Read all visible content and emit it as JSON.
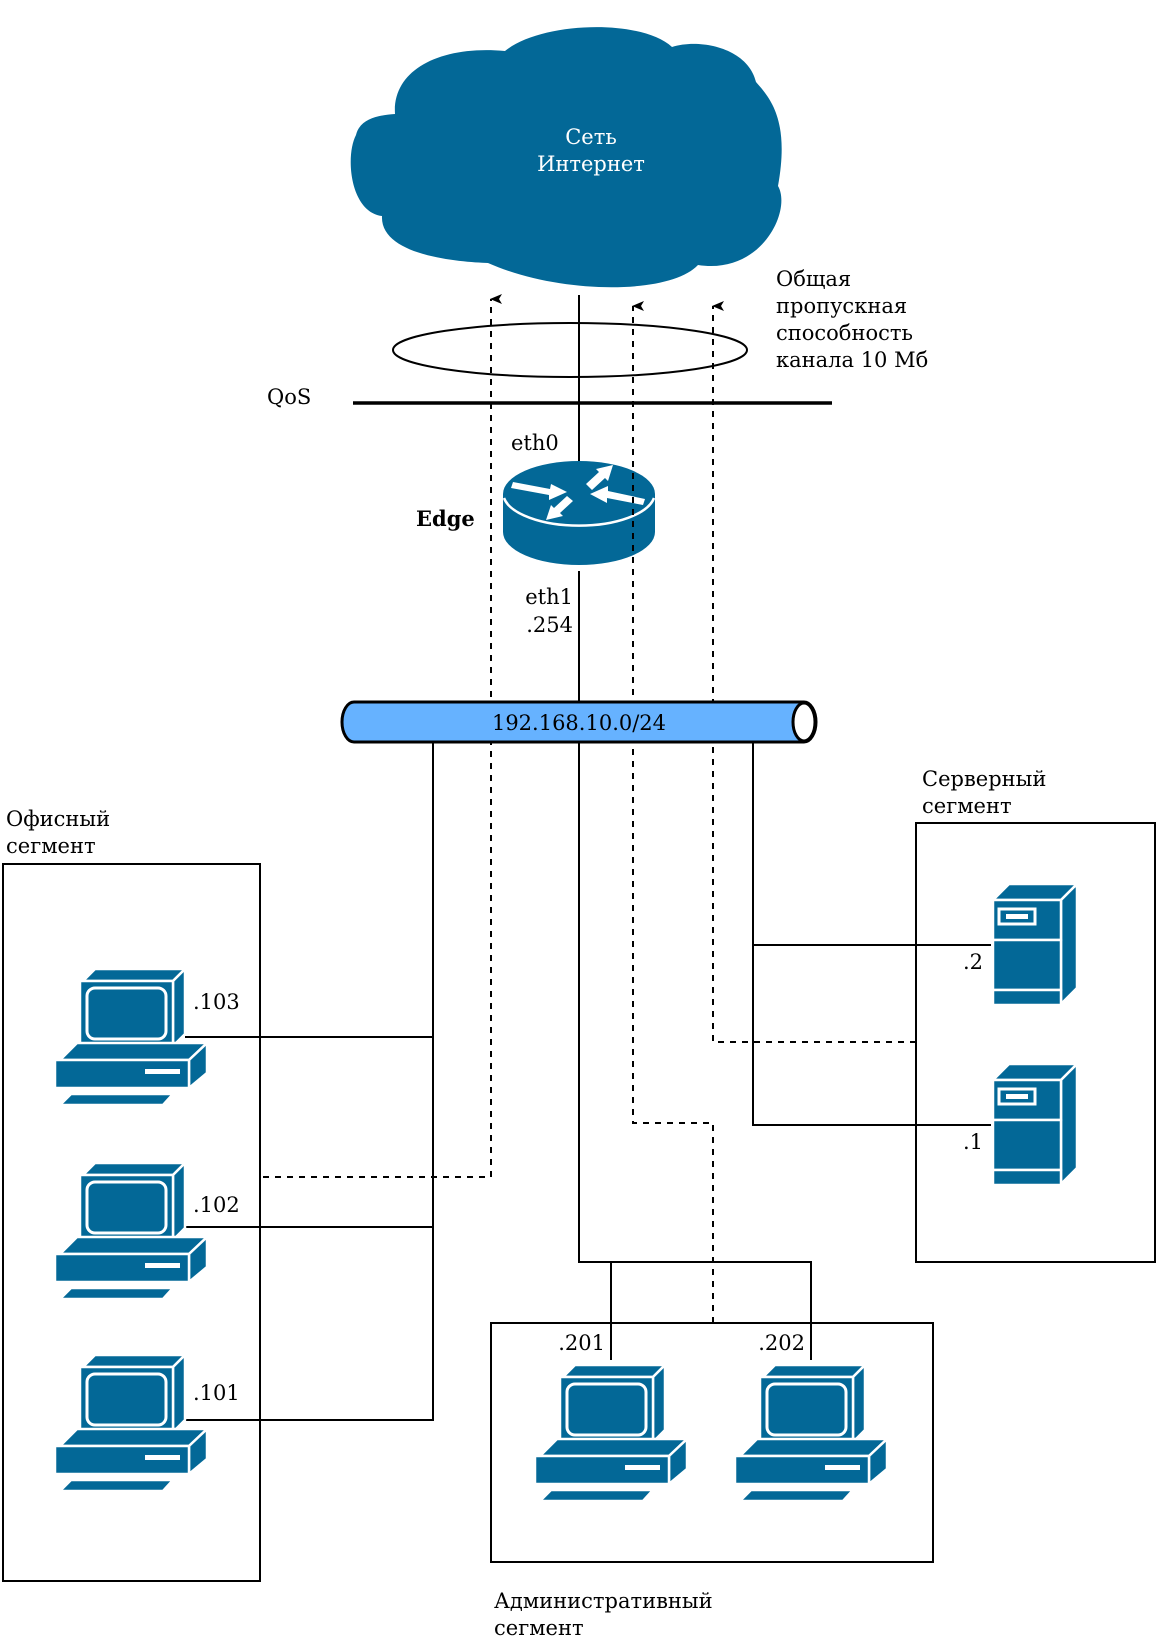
{
  "colors": {
    "device": "#036897",
    "bus_fill": "#66B2FF",
    "stroke": "#000000",
    "background": "#FFFFFF"
  },
  "internet": {
    "icon": "cloud-icon",
    "label_line1": "Сеть",
    "label_line2": "Интернет"
  },
  "bandwidth_note": {
    "lines": [
      "Общая",
      "пропускная",
      "способность",
      "канала 10 Мб"
    ]
  },
  "qos": {
    "label": "QoS"
  },
  "router": {
    "icon": "router-icon",
    "name": "Edge",
    "uplink_interface": "eth0",
    "lan_interface": "eth1",
    "lan_address": ".254"
  },
  "bus": {
    "subnet": "192.168.10.0/24"
  },
  "segments": {
    "office": {
      "title_line1": "Офисный",
      "title_line2": "сегмент",
      "hosts": [
        {
          "icon": "pc-icon",
          "address": ".103"
        },
        {
          "icon": "pc-icon",
          "address": ".102"
        },
        {
          "icon": "pc-icon",
          "address": ".101"
        }
      ]
    },
    "server": {
      "title_line1": "Серверный",
      "title_line2": "сегмент",
      "hosts": [
        {
          "icon": "server-icon",
          "address": ".2"
        },
        {
          "icon": "server-icon",
          "address": ".1"
        }
      ]
    },
    "admin": {
      "title_line1": "Административный",
      "title_line2": "сегмент",
      "hosts": [
        {
          "icon": "pc-icon",
          "address": ".201"
        },
        {
          "icon": "pc-icon",
          "address": ".202"
        }
      ]
    }
  }
}
